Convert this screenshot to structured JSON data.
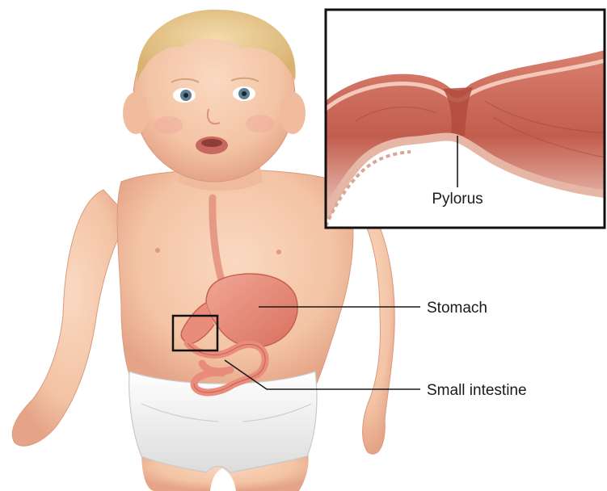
{
  "labels": {
    "pylorus": "Pylorus",
    "stomach": "Stomach",
    "small_intestine": "Small intestine"
  },
  "colors": {
    "background": "#ffffff",
    "skin": "#f6cdb0",
    "skin_shadow": "#e8a98a",
    "hair": "#e9c98d",
    "organ": "#e98c7b",
    "organ_dark": "#c8604f",
    "diaper": "#f2f2f2",
    "callout_line": "#1a1a1a"
  }
}
